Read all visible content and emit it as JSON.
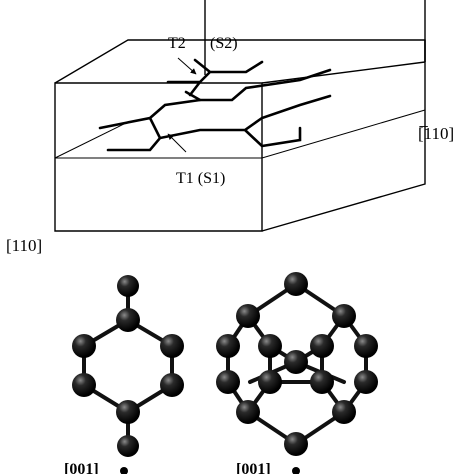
{
  "labels": {
    "t2": "T2",
    "s2": "(S2)",
    "t1": "T1 (S1)",
    "dir_right": "[̅110]",
    "dir_left": "[110]",
    "cap_left": "[001]",
    "cap_right": "[001]"
  },
  "atom_color": "#111111"
}
